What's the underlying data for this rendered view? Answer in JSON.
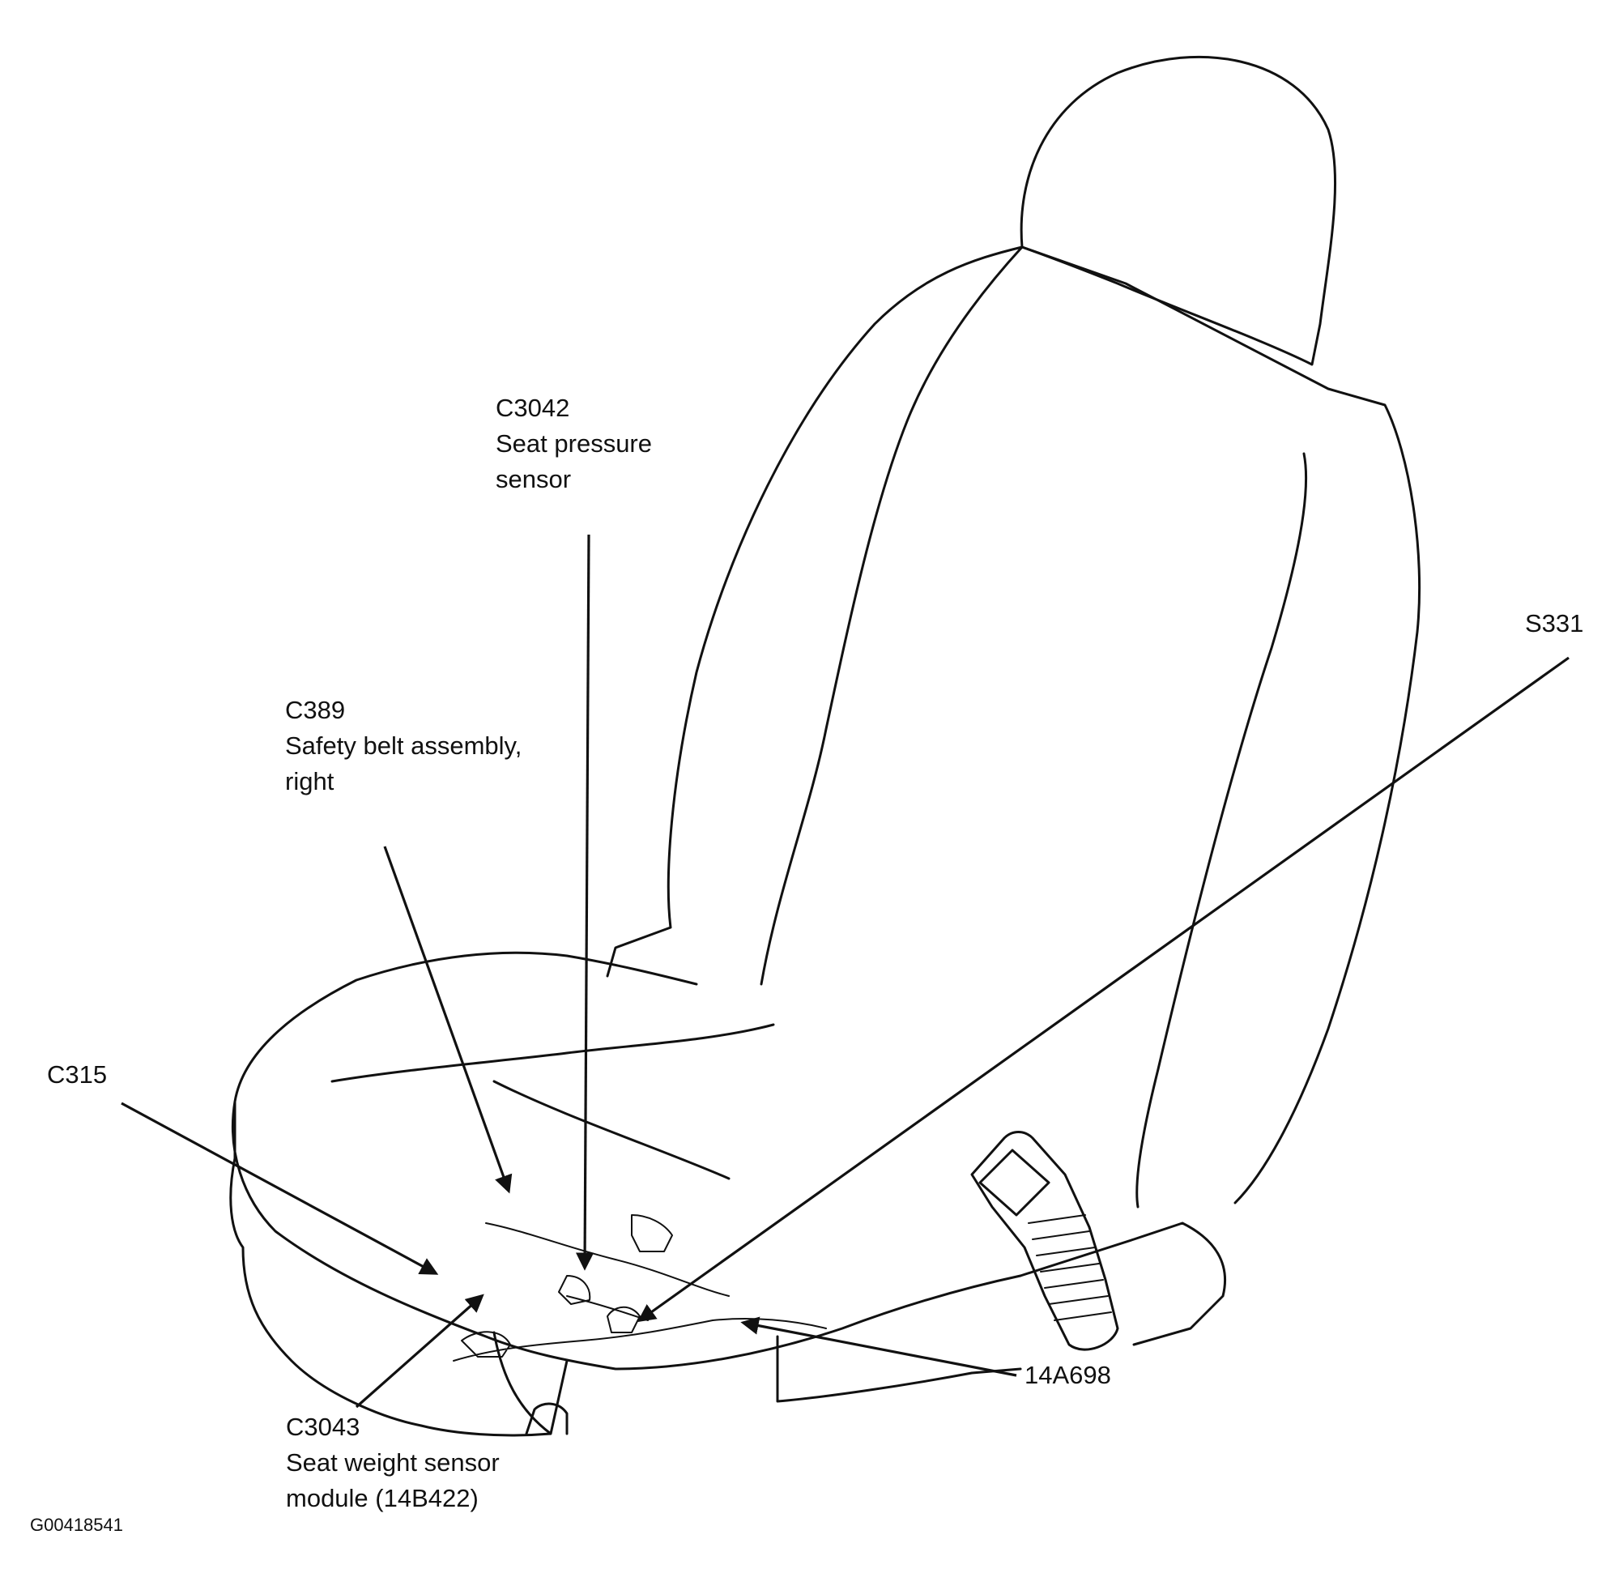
{
  "callouts": [
    {
      "id": "c3042",
      "code": "C3042",
      "desc1": "Seat pressure",
      "desc2": "sensor"
    },
    {
      "id": "c389",
      "code": "C389",
      "desc1": "Safety belt assembly,",
      "desc2": "right"
    },
    {
      "id": "s331",
      "code": "S331"
    },
    {
      "id": "c315",
      "code": "C315"
    },
    {
      "id": "c3043",
      "code": "C3043",
      "desc1": "Seat weight sensor",
      "desc2": "module (14B422)"
    },
    {
      "id": "14a698",
      "code": "14A698"
    }
  ],
  "figure_id": "G00418541"
}
